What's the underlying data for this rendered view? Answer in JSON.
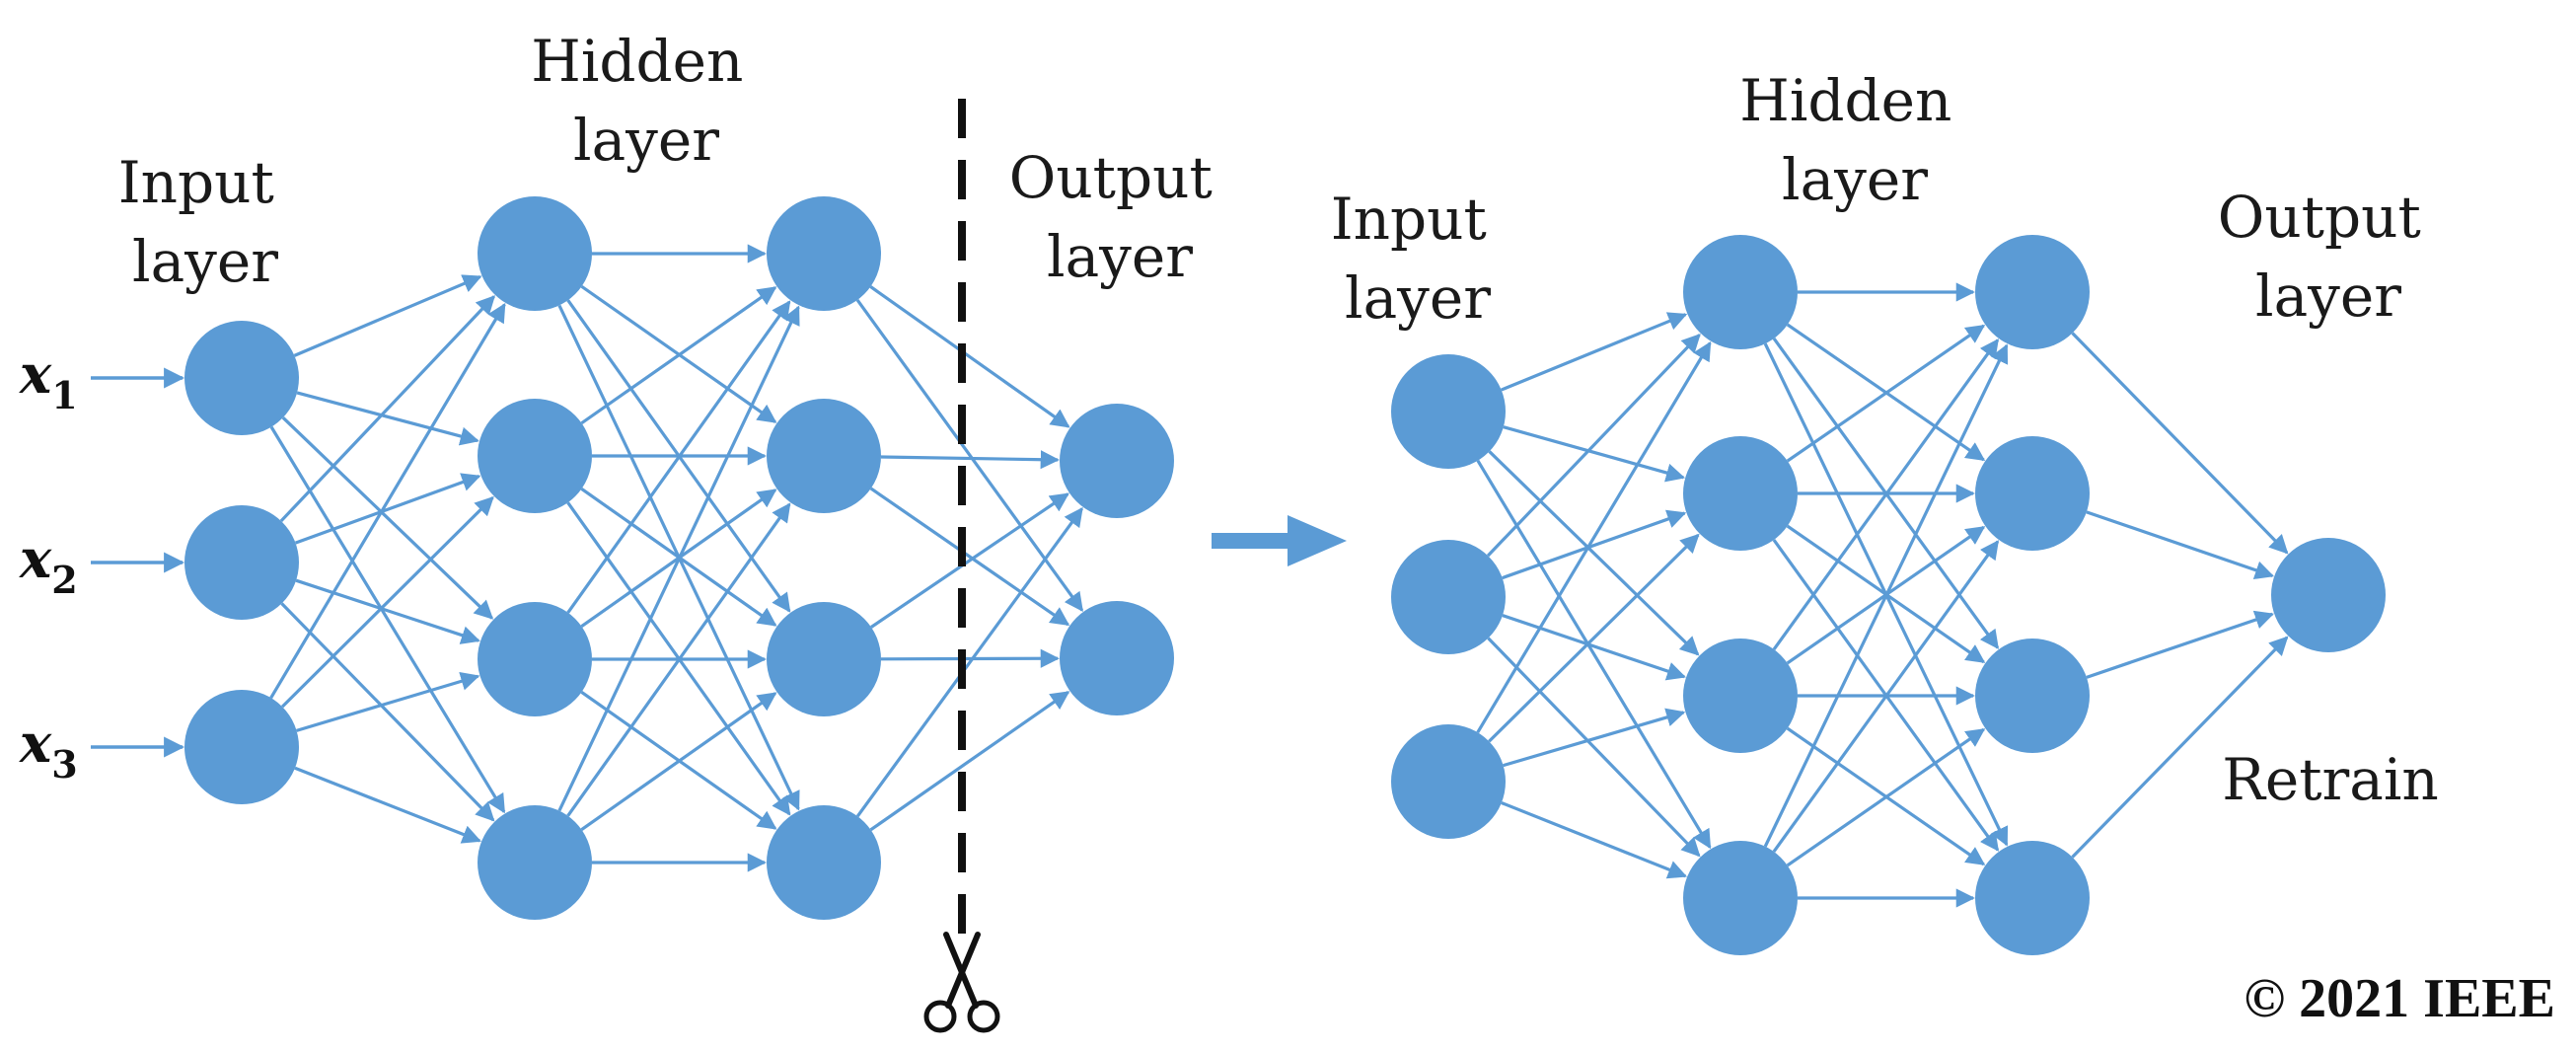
{
  "colors": {
    "node": "#5b9bd5",
    "edge": "#5b9bd5",
    "cut_line": "#111111"
  },
  "left_network": {
    "input_layer_label": [
      "Input",
      "layer"
    ],
    "hidden_layer_label": [
      "Hidden",
      "layer"
    ],
    "output_layer_label": [
      "Output",
      "layer"
    ],
    "inputs": [
      {
        "var": "x",
        "sub": "1"
      },
      {
        "var": "x",
        "sub": "2"
      },
      {
        "var": "x",
        "sub": "3"
      }
    ],
    "layer_sizes": [
      3,
      4,
      4,
      2
    ],
    "cut_icon": "scissors-icon"
  },
  "transition_icon": "right-arrow-icon",
  "right_network": {
    "input_layer_label": [
      "Input",
      "layer"
    ],
    "hidden_layer_label": [
      "Hidden",
      "layer"
    ],
    "output_layer_label": [
      "Output",
      "layer"
    ],
    "layer_sizes": [
      3,
      4,
      4,
      1
    ],
    "retrain_label": "Retrain"
  },
  "copyright": "© 2021 IEEE"
}
